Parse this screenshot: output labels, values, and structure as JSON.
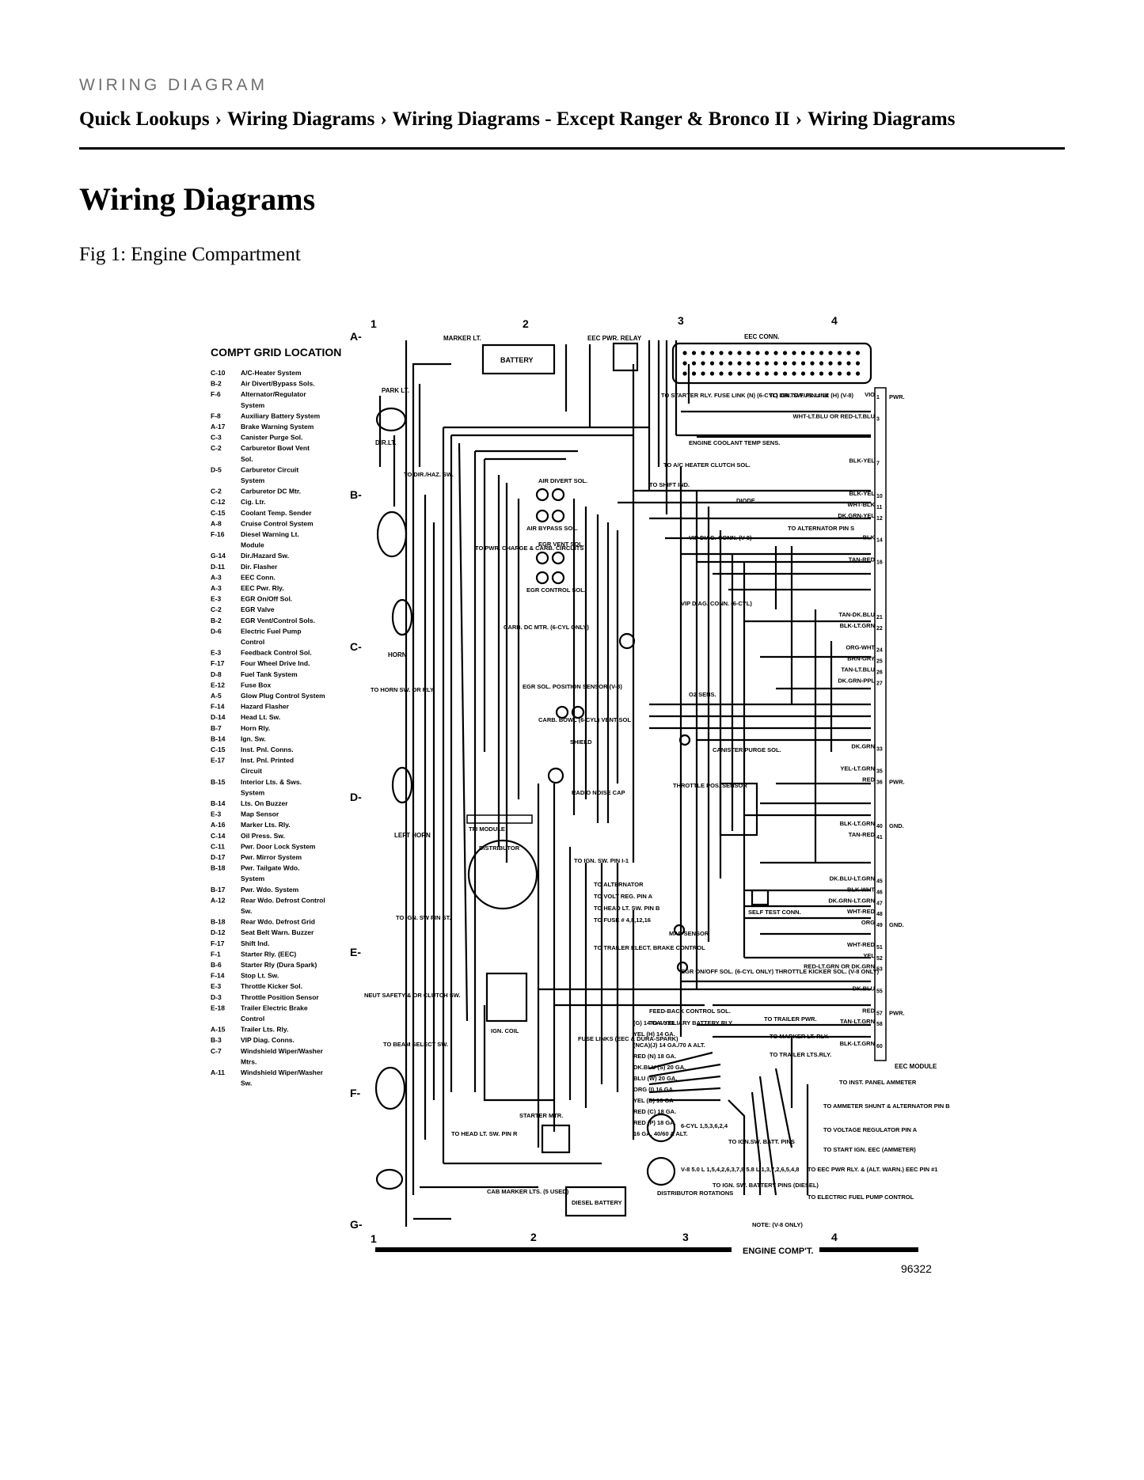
{
  "header": {
    "eyebrow": "WIRING DIAGRAM",
    "breadcrumb": [
      "Quick Lookups",
      "Wiring Diagrams",
      "Wiring Diagrams - Except Ranger & Bronco II",
      "Wiring Diagrams"
    ],
    "separator": "›"
  },
  "page_title": "Wiring Diagrams",
  "figure": {
    "caption": "Fig 1: Engine Compartment",
    "figure_number": "96322",
    "footer_label": "ENGINE COMP'T.",
    "grid_columns": [
      "1",
      "2",
      "3",
      "4"
    ],
    "grid_rows": [
      "A-",
      "B-",
      "C-",
      "D-",
      "E-",
      "F-",
      "G-"
    ],
    "legend_title": "COMPT GRID LOCATION",
    "legend": [
      {
        "code": "C-10",
        "name": "A/C-Heater System"
      },
      {
        "code": "B-2",
        "name": "Air Divert/Bypass Sols."
      },
      {
        "code": "F-6",
        "name": "Alternator/Regulator System"
      },
      {
        "code": "F-8",
        "name": "Auxiliary Battery System"
      },
      {
        "code": "A-17",
        "name": "Brake Warning System"
      },
      {
        "code": "C-3",
        "name": "Canister Purge Sol."
      },
      {
        "code": "C-2",
        "name": "Carburetor Bowl Vent Sol."
      },
      {
        "code": "D-5",
        "name": "Carburetor Circuit System"
      },
      {
        "code": "C-2",
        "name": "Carburetor DC Mtr."
      },
      {
        "code": "C-12",
        "name": "Cig. Ltr."
      },
      {
        "code": "C-15",
        "name": "Coolant Temp. Sender"
      },
      {
        "code": "A-8",
        "name": "Cruise Control System"
      },
      {
        "code": "F-16",
        "name": "Diesel Warning Lt. Module"
      },
      {
        "code": "G-14",
        "name": "Dir./Hazard Sw."
      },
      {
        "code": "D-11",
        "name": "Dir. Flasher"
      },
      {
        "code": "A-3",
        "name": "EEC Conn."
      },
      {
        "code": "A-3",
        "name": "EEC Pwr. Rly."
      },
      {
        "code": "E-3",
        "name": "EGR On/Off Sol."
      },
      {
        "code": "C-2",
        "name": "EGR Valve"
      },
      {
        "code": "B-2",
        "name": "EGR Vent/Control Sols."
      },
      {
        "code": "D-6",
        "name": "Electric Fuel Pump Control"
      },
      {
        "code": "E-3",
        "name": "Feedback Control Sol."
      },
      {
        "code": "F-17",
        "name": "Four Wheel Drive Ind."
      },
      {
        "code": "D-8",
        "name": "Fuel Tank System"
      },
      {
        "code": "E-12",
        "name": "Fuse Box"
      },
      {
        "code": "A-5",
        "name": "Glow Plug Control System"
      },
      {
        "code": "F-14",
        "name": "Hazard Flasher"
      },
      {
        "code": "D-14",
        "name": "Head Lt. Sw."
      },
      {
        "code": "B-7",
        "name": "Horn Rly."
      },
      {
        "code": "B-14",
        "name": "Ign. Sw."
      },
      {
        "code": "C-15",
        "name": "Inst. Pnl. Conns."
      },
      {
        "code": "E-17",
        "name": "Inst. Pnl. Printed Circuit"
      },
      {
        "code": "B-15",
        "name": "Interior Lts. & Sws. System"
      },
      {
        "code": "B-14",
        "name": "Lts. On Buzzer"
      },
      {
        "code": "E-3",
        "name": "Map Sensor"
      },
      {
        "code": "A-16",
        "name": "Marker Lts. Rly."
      },
      {
        "code": "C-14",
        "name": "Oil Press. Sw."
      },
      {
        "code": "C-11",
        "name": "Pwr. Door Lock System"
      },
      {
        "code": "D-17",
        "name": "Pwr. Mirror System"
      },
      {
        "code": "B-18",
        "name": "Pwr. Tailgate Wdo. System"
      },
      {
        "code": "B-17",
        "name": "Pwr. Wdo. System"
      },
      {
        "code": "A-12",
        "name": "Rear Wdo. Defrost Control Sw."
      },
      {
        "code": "B-18",
        "name": "Rear Wdo. Defrost Grid"
      },
      {
        "code": "D-12",
        "name": "Seat Belt Warn. Buzzer"
      },
      {
        "code": "F-17",
        "name": "Shift Ind."
      },
      {
        "code": "F-1",
        "name": "Starter Rly. (EEC)"
      },
      {
        "code": "B-6",
        "name": "Starter Rly (Dura Spark)"
      },
      {
        "code": "F-14",
        "name": "Stop Lt. Sw."
      },
      {
        "code": "E-3",
        "name": "Throttle Kicker Sol."
      },
      {
        "code": "D-3",
        "name": "Throttle Position Sensor"
      },
      {
        "code": "E-18",
        "name": "Trailer Electric Brake Control"
      },
      {
        "code": "A-15",
        "name": "Trailer Lts. Rly."
      },
      {
        "code": "B-3",
        "name": "VIP Diag. Conns."
      },
      {
        "code": "C-7",
        "name": "Windshield Wiper/Washer Mtrs."
      },
      {
        "code": "A-11",
        "name": "Windshield Wiper/Washer Sw."
      }
    ],
    "components": {
      "battery": "BATTERY",
      "marker_lt": "MARKER LT.",
      "park_lt": "PARK LT.",
      "dir_lt": "DIR.LT.",
      "horn": "HORN",
      "left_horn": "LEFT HORN",
      "eec_pwr_relay": "EEC PWR. RELAY",
      "eec_conn": "EEC CONN.",
      "eec_module": "EEC MODULE",
      "air_divert_sol": "AIR DIVERT SOL.",
      "air_bypass_sol": "AIR BYPASS SOL.",
      "egr_vent_sol": "EGR VENT SOL.",
      "egr_control_sol": "EGR CONTROL SOL.",
      "carb_dc_mtr": "CARB. DC MTR. (6-CYL ONLY)",
      "egr_sol_pos_sensor": "EGR SOL. POSITION SENSOR (V-8)",
      "carb_bowl_vent_sol": "CARB. BOWL (6-CYL) VENT SOL",
      "shield": "SHIELD",
      "radio_noise_cap": "RADIO NOISE CAP",
      "tfi_module": "TFI MODULE",
      "distributor": "DISTRIBUTOR",
      "ign_coil": "IGN. COIL",
      "starter_mtr": "STARTER MTR.",
      "diesel_battery": "DIESEL BATTERY",
      "canister_purge_sol": "CANISTER PURGE SOL.",
      "throttle_pos_sensor": "THROTTLE POS. SENSOR",
      "map_sensor": "MAP SENSOR",
      "self_test_conn": "SELF TEST CONN.",
      "egr_onoff_sol": "EGR ON/OFF SOL. (6-CYL ONLY) THROTTLE KICKER SOL. (V-8 ONLY)",
      "feedback_control_sol": "FEED-BACK CONTROL SOL.",
      "diode": "DIODE",
      "o2_sens": "O2 SENS.",
      "vip_diag_v8": "VIP DIAG. CONN. (V-8)",
      "vip_diag_6cyl": "VIP DIAG. CONN. (6-CYL)",
      "engine_coolant_temp_sens": "ENGINE COOLANT TEMP SENS.",
      "ac_heater_clutch_sol": "TO A/C HEATER CLUTCH SOL.",
      "distributor_rotations": "DISTRIBUTOR ROTATIONS",
      "six_cyl_order": "6-CYL 1,5,3,6,2,4",
      "v8_order": "V-8 5.0 L 1,5,4,2,6,3,7,8 5.8 L 1,3,7,2,6,5,4,8",
      "note": "NOTE: (V-8 ONLY)",
      "cab_marker": "CAB MARKER LTS. (5 USED)",
      "fuse_links": "FUSE LINKS (EEC & DURA-SPARK)"
    },
    "destinations": {
      "starter_rly": "TO STARTER RLY. FUSE LINK (N) (6-CYL) OR TO FUS. LINK (H) (V-8)",
      "ign_sw_pin12": "TO IGN. SW. PIN # 12",
      "alternator_pin_s": "TO ALTERNATOR PIN S",
      "shift_ind": "TO SHIFT IND.",
      "pwr_charge": "TO PWR. CHARGE & CARB. CIRCUITS",
      "dir_haz_sw": "TO DIR./HAZ. SW.",
      "horn_sw": "TO HORN SW. OR RLY.",
      "ign_sw_pin_st": "TO IGN. SW PIN ST.",
      "beam_select_sw": "TO BEAM SELECT SW.",
      "neut_safety": "NEUT SAFETY & OR CLUTCH SW.",
      "head_lt_sw": "TO HEAD LT. SW. PIN R",
      "ign_sw_pin_1": "TO IGN. SW. PIN I-1",
      "alternator": "TO ALTERNATOR",
      "volt_reg_pin_a": "TO VOLT REG. PIN A",
      "head_lt_sw_pin_b": "TO HEAD LT. SW. PIN B",
      "fuse_pins": "TO FUSE # 4,8,12,16",
      "trailer_elect_brake": "TO TRAILER ELECT. BRAKE CONTROL",
      "aux_battery_rly": "TO AUXILIARY BATTERY RLY.",
      "trailer_pwr": "TO TRAILER PWR.",
      "marker_lt_rly": "TO MARKER LT. RLY.",
      "trailer_lts_rly": "TO TRAILER LTS.RLY.",
      "inst_panel_ammeter": "TO INST. PANEL AMMETER",
      "ammeter_shunt": "TO AMMETER SHUNT & ALTERNATOR PIN B",
      "voltage_regulator": "TO VOLTAGE REGULATOR PIN A",
      "start_ign_eec": "TO START IGN. EEC (AMMETER)",
      "eec_pwr_rly": "TO EEC PWR RLY. & (ALT. WARN.) EEC PIN #1",
      "ign_sw_batt_pins": "TO IGN.SW. BATT. PINS",
      "ign_sw_battery_pins_diesel": "TO IGN. SW. BATTERY PINS (DIESEL)",
      "electric_fuel_pump": "TO ELECTRIC FUEL PUMP CONTROL"
    },
    "eec_pins": [
      {
        "pin": "1",
        "wire": "VIO",
        "note": "PWR."
      },
      {
        "pin": "3",
        "wire": "WHT-LT.BLU OR RED-LT.BLU"
      },
      {
        "pin": "7",
        "wire": "BLK-YEL"
      },
      {
        "pin": "10",
        "wire": "BLK-YEL"
      },
      {
        "pin": "11",
        "wire": "WHT-BLK"
      },
      {
        "pin": "12",
        "wire": "DK.GRN-YEL"
      },
      {
        "pin": "14",
        "wire": "BLK"
      },
      {
        "pin": "16",
        "wire": "TAN-RED"
      },
      {
        "pin": "21",
        "wire": "TAN-DK.BLU"
      },
      {
        "pin": "22",
        "wire": "BLK-LT.GRN"
      },
      {
        "pin": "24",
        "wire": "ORG-WHT"
      },
      {
        "pin": "25",
        "wire": "BRN-GRY"
      },
      {
        "pin": "26",
        "wire": "TAN-LT.BLU"
      },
      {
        "pin": "27",
        "wire": "DK.GRN-PPL"
      },
      {
        "pin": "33",
        "wire": "DK.GRN"
      },
      {
        "pin": "35",
        "wire": "YEL-LT.GRN"
      },
      {
        "pin": "36",
        "wire": "RED",
        "note": "PWR."
      },
      {
        "pin": "40",
        "wire": "BLK-LT.GRN",
        "note": "GND."
      },
      {
        "pin": "41",
        "wire": "TAN-RED"
      },
      {
        "pin": "45",
        "wire": "DK.BLU-LT.GRN"
      },
      {
        "pin": "46",
        "wire": "BLK-WHT"
      },
      {
        "pin": "47",
        "wire": "DK.GRN-LT.GRN"
      },
      {
        "pin": "48",
        "wire": "WHT-RED"
      },
      {
        "pin": "49",
        "wire": "ORG",
        "note": "GND."
      },
      {
        "pin": "51",
        "wire": "WHT-RED"
      },
      {
        "pin": "52",
        "wire": "YEL"
      },
      {
        "pin": "53",
        "wire": "RED-LT.GRN OR DK.GRN"
      },
      {
        "pin": "55",
        "wire": "DK.BLU"
      },
      {
        "pin": "57",
        "wire": "RED",
        "note": "PWR."
      },
      {
        "pin": "58",
        "wire": "TAN-LT.GRN"
      },
      {
        "pin": "60",
        "wire": "BLK-LT.GRN"
      }
    ],
    "fuse_link_wires": [
      "(G) 14 GA. YEL",
      "YEL (H) 14 GA.",
      "(NCA)(J) 14 GA./70 A ALT.",
      "RED (N) 18 GA.",
      "DK.BLU (S) 20 GA.",
      "BLU (W) 20 GA.",
      "ORG (I) 16 GA.",
      "YEL (B) 16 GA",
      "RED (C) 18 GA.",
      "RED (P) 18 GA.",
      "16 GA. 40/60 A ALT."
    ]
  }
}
